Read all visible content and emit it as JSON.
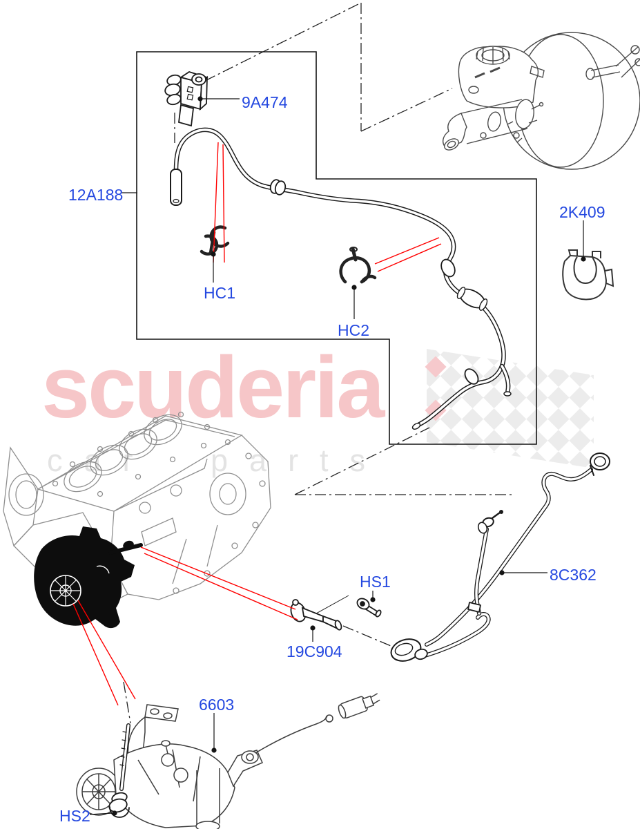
{
  "diagram": {
    "description_codes": [
      "9A474",
      "12A188",
      "HC1",
      "HC2",
      "2K409",
      "8C362",
      "HS1",
      "19C904",
      "6603",
      "HS2"
    ],
    "part_labels": [
      {
        "code": "9A474"
      },
      {
        "code": "12A188"
      },
      {
        "code": "HC1"
      },
      {
        "code": "HC2"
      },
      {
        "code": "2K409"
      },
      {
        "code": "8C362"
      },
      {
        "code": "HS1"
      },
      {
        "code": "19C904"
      },
      {
        "code": "6603"
      },
      {
        "code": "HS2"
      }
    ],
    "colors": {
      "label_blue": "#2448e0",
      "callout_red": "#ff0000",
      "line_dark": "#1a1a1a",
      "line_medium": "#4a4a4a",
      "block_gray": "#8f8f8f"
    }
  },
  "watermark": {
    "brand": "scuderia",
    "tagline": "car parts",
    "brand_color": "#f6c6c8",
    "tagline_color": "#e3e3e3",
    "flag_gray": "#ececec",
    "flag_pink": "#f6c9cc"
  }
}
